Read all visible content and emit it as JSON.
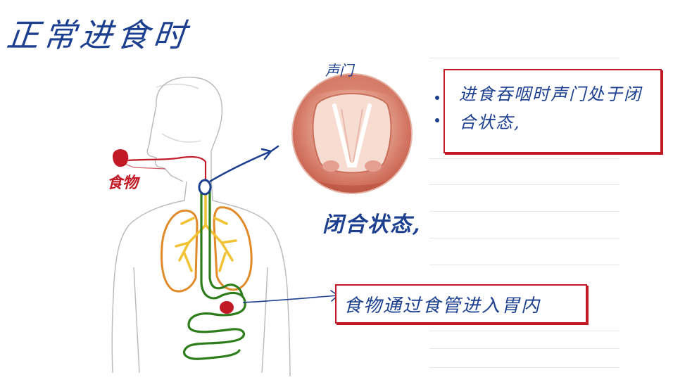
{
  "title": "正常进食时",
  "labels": {
    "glottis": "声门",
    "food": "食物",
    "closed_state": "闭合状态,",
    "note_text": "进食吞咽时声门处于闭合状态,",
    "food_path": "食物通过食管进入胃内"
  },
  "colors": {
    "ink_blue": "#1d3f8f",
    "accent_red": "#c11a26",
    "lung_orange": "#e08a2a",
    "bronchi_yellow": "#f1c233",
    "stomach_green": "#2e7d1b"
  }
}
